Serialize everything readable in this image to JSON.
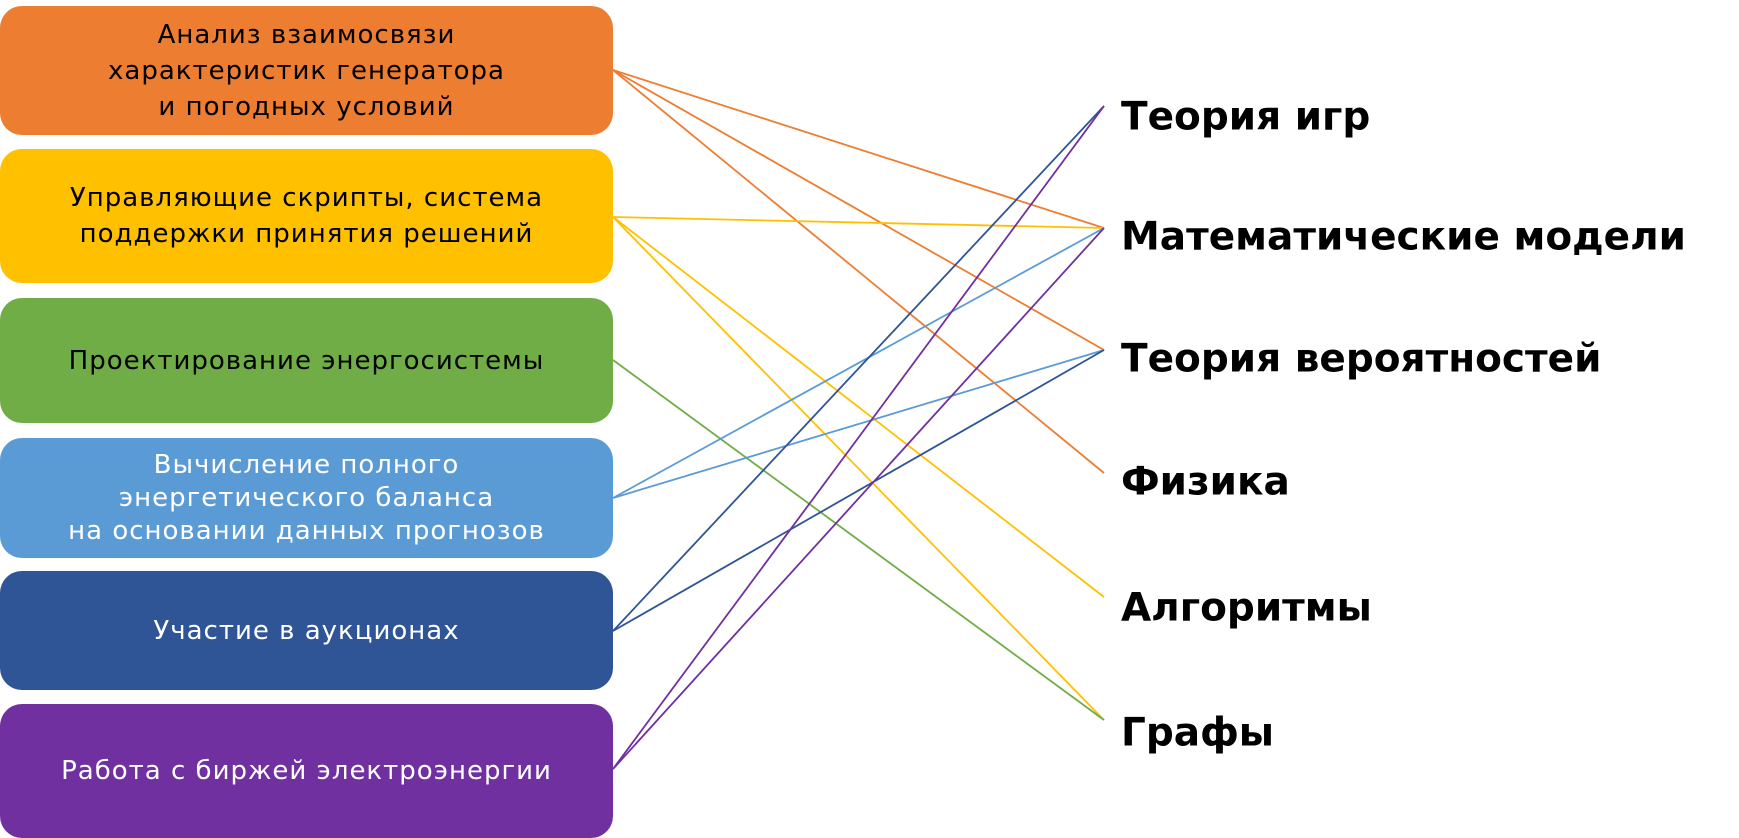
{
  "sources": [
    {
      "id": "analysis",
      "text": "Анализ взаимосвязи\nхарактеристик генератора\nи погодных условий",
      "color": "#ED7D31",
      "text_color": "#000000"
    },
    {
      "id": "scripts",
      "text": "Управляющие скрипты, система\nподдержки принятия решений",
      "color": "#FFC000",
      "text_color": "#000000"
    },
    {
      "id": "design",
      "text": "Проектирование энергосистемы",
      "color": "#70AD47",
      "text_color": "#000000"
    },
    {
      "id": "balance",
      "text": "Вычисление полного\nэнергетического баланса\nна основании данных прогнозов",
      "color": "#5B9BD5",
      "text_color": "#FFFFFF"
    },
    {
      "id": "auctions",
      "text": "Участие в аукционах",
      "color": "#2F5597",
      "text_color": "#FFFFFF"
    },
    {
      "id": "exchange",
      "text": "Работа с биржей электроэнергии",
      "color": "#7030A0",
      "text_color": "#FFFFFF"
    }
  ],
  "targets": [
    {
      "id": "game",
      "text": "Теория игр"
    },
    {
      "id": "math",
      "text": "Математические модели"
    },
    {
      "id": "prob",
      "text": "Теория вероятностей"
    },
    {
      "id": "phys",
      "text": "Физика"
    },
    {
      "id": "algo",
      "text": "Алгоритмы"
    },
    {
      "id": "graphs",
      "text": "Графы"
    }
  ],
  "connections": [
    {
      "from": 0,
      "to": 1
    },
    {
      "from": 0,
      "to": 2
    },
    {
      "from": 0,
      "to": 3
    },
    {
      "from": 1,
      "to": 1
    },
    {
      "from": 1,
      "to": 4
    },
    {
      "from": 1,
      "to": 5
    },
    {
      "from": 2,
      "to": 5
    },
    {
      "from": 3,
      "to": 1
    },
    {
      "from": 3,
      "to": 2
    },
    {
      "from": 4,
      "to": 0
    },
    {
      "from": 4,
      "to": 2
    },
    {
      "from": 5,
      "to": 0
    },
    {
      "from": 5,
      "to": 1
    }
  ]
}
